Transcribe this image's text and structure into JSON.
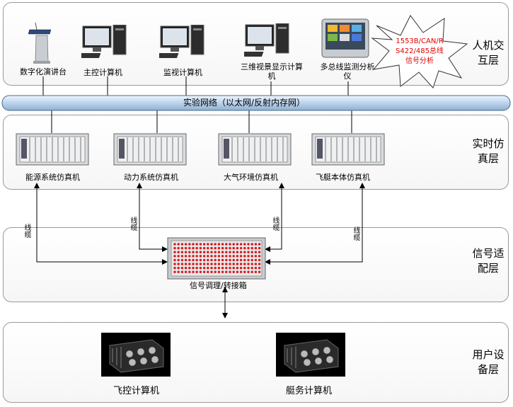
{
  "layers": {
    "hmi": "人机交互层",
    "realtime": "实时仿真层",
    "signal": "信号适配层",
    "user": "用户设备层"
  },
  "network_label": "实验网络（以太网/反射内存网）",
  "hmi_devices": {
    "podium": "数字化演讲台",
    "main_pc": "主控计算机",
    "monitor_pc": "监视计算机",
    "display_pc": "三维视景显示计算机",
    "bus_monitor": "多总线监测分析仪"
  },
  "burst_text": "1553B/CAN/RS422/485总线信号分析",
  "simulators": {
    "energy": "能源系统仿真机",
    "power": "动力系统仿真机",
    "atmosphere": "大气环境仿真机",
    "airship": "飞艇本体仿真机"
  },
  "cable_label": "线缆",
  "junction_box": "信号调理/转接箱",
  "user_devices": {
    "flight_control": "飞控计算机",
    "ship_service": "艇务计算机"
  },
  "colors": {
    "network_bar": "#c8dcf0",
    "burst_border": "#333333",
    "burst_text": "#e00000",
    "led_red": "#d81818"
  }
}
